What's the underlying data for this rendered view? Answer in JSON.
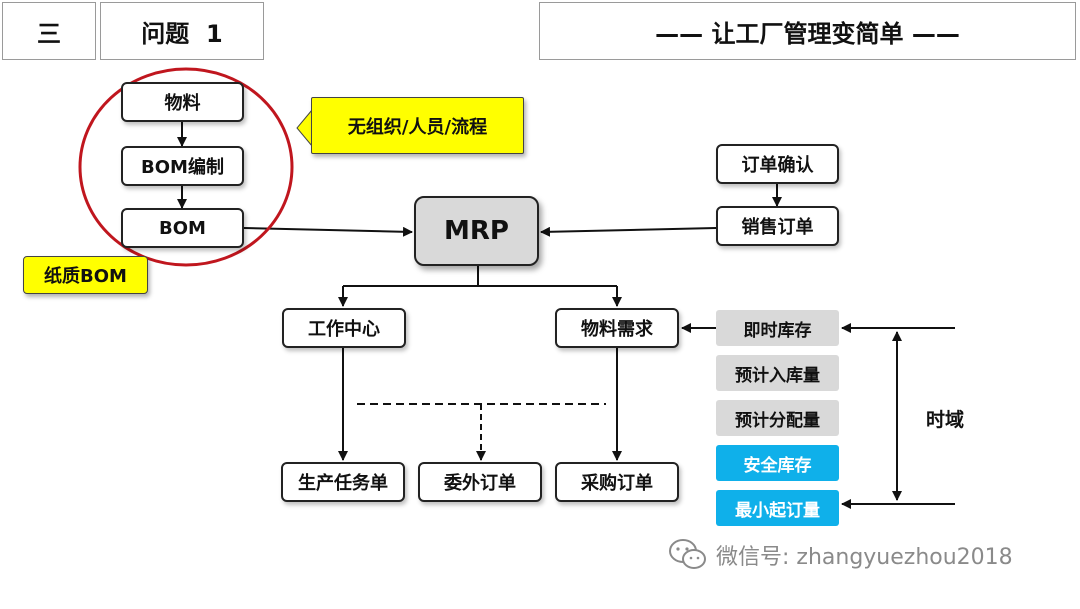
{
  "header": {
    "section": "三",
    "question": "问题  1",
    "title": "—— 让工厂管理变简单 ——"
  },
  "left_flow": {
    "material": "物料",
    "bom_edit": "BOM编制",
    "bom": "BOM"
  },
  "callouts": {
    "no_org": "无组织/人员/流程",
    "paper_bom": "纸质BOM"
  },
  "center": {
    "mrp": "MRP",
    "work_center": "工作中心",
    "material_demand": "物料需求"
  },
  "orders": {
    "production": "生产任务单",
    "outsource": "委外订单",
    "purchase": "采购订单"
  },
  "sales": {
    "confirm": "订单确认",
    "sales_order": "销售订单"
  },
  "inputs": {
    "instant_stock": "即时库存",
    "expected_in": "预计入库量",
    "expected_alloc": "预计分配量",
    "safety_stock": "安全库存",
    "min_order": "最小起订量"
  },
  "time_domain": "时域",
  "watermark": "微信号: zhangyuezhou2018",
  "colors": {
    "yellow": "#ffff00",
    "blue": "#0fb0ea",
    "gray": "#d9d9d9",
    "circle": "#c0161e"
  }
}
